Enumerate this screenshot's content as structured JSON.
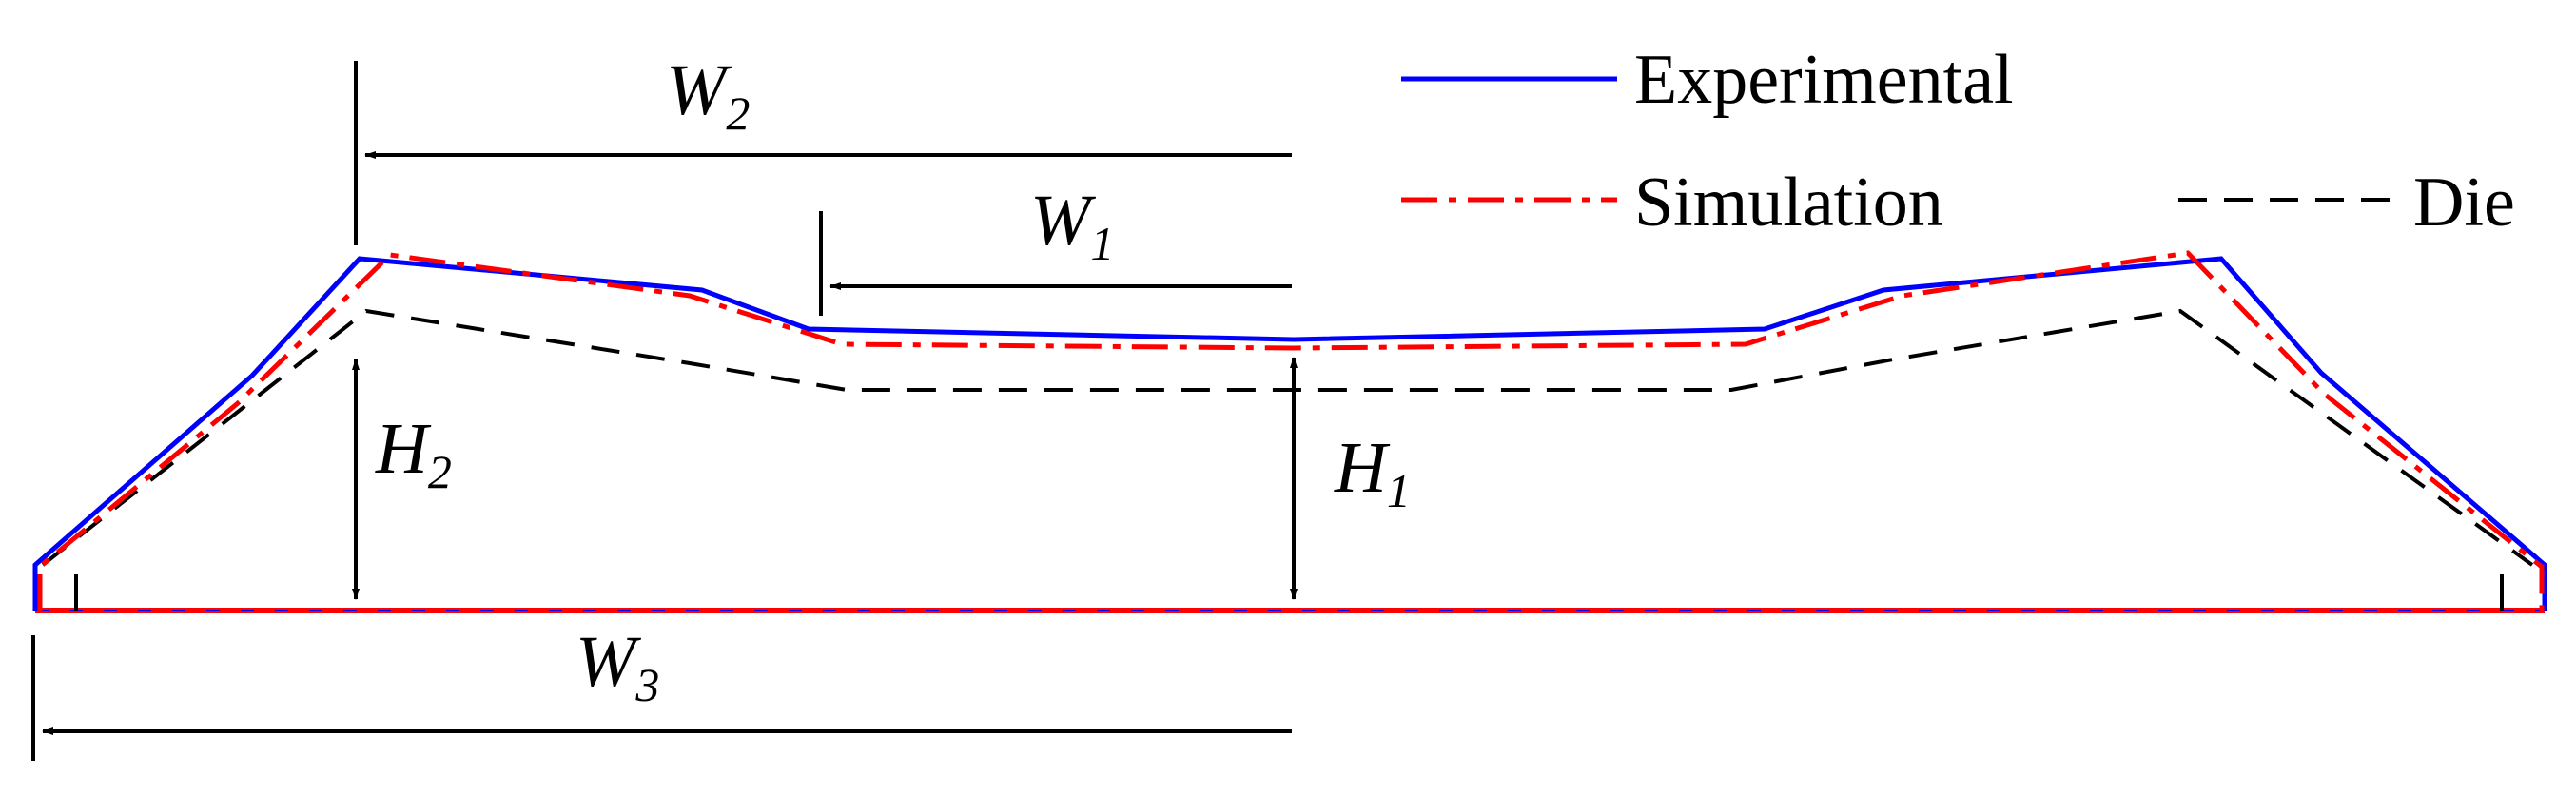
{
  "legend": {
    "experimental": {
      "label": "Experimental",
      "color": "#0000ff",
      "style": "solid"
    },
    "simulation": {
      "label": "Simulation",
      "color": "#ff0000",
      "style": "dash-dot"
    },
    "die": {
      "label": "Die",
      "color": "#000000",
      "style": "dashed"
    }
  },
  "dimensions": {
    "w1": {
      "main": "W",
      "sub": "1"
    },
    "w2": {
      "main": "W",
      "sub": "2"
    },
    "w3": {
      "main": "W",
      "sub": "3"
    },
    "h1": {
      "main": "H",
      "sub": "1"
    },
    "h2": {
      "main": "H",
      "sub": "2"
    }
  }
}
